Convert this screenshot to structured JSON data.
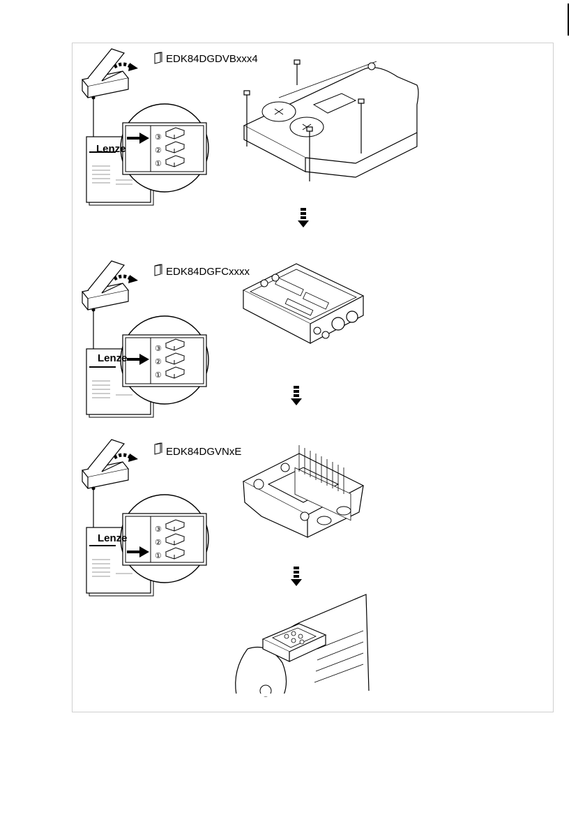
{
  "steps": [
    {
      "doc_code": "EDK84DGDVBxxx4",
      "brand": "Lenze",
      "markers": [
        "③",
        "②",
        "①"
      ],
      "highlight": "③"
    },
    {
      "doc_code": "EDK84DGFCxxxx",
      "brand": "Lenze",
      "markers": [
        "③",
        "②",
        "①"
      ],
      "highlight": "②"
    },
    {
      "doc_code": "EDK84DGVNxE",
      "brand": "Lenze",
      "markers": [
        "③",
        "②",
        "①"
      ],
      "highlight": "①"
    }
  ],
  "icons": {
    "manual": "manual-book-icon",
    "box": "open-box-icon",
    "flow": "down-flow-arrow-icon"
  },
  "colors": {
    "line": "#000000",
    "frame": "#cfcfcf",
    "background": "#ffffff"
  }
}
